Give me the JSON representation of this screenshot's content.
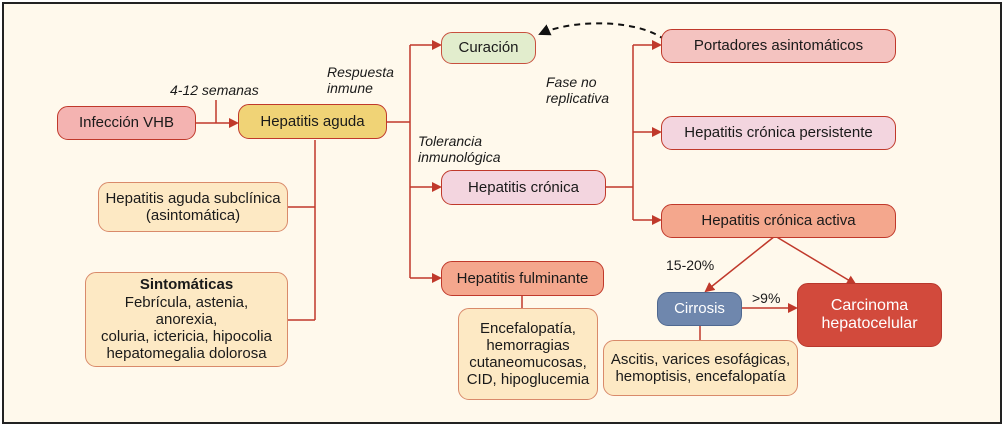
{
  "nodes": {
    "infeccion": "Infección VHB",
    "aguda": "Hepatitis aguda",
    "curacion": "Curación",
    "cronica": "Hepatitis crónica",
    "fulminante": "Hepatitis fulminante",
    "portadores": "Portadores asintomáticos",
    "persistente": "Hepatitis crónica persistente",
    "activa": "Hepatitis crónica activa",
    "cirrosis": "Cirrosis",
    "carcinoma_l1": "Carcinoma",
    "carcinoma_l2": "hepatocelular",
    "subclinica_l1": "Hepatitis aguda subclínica",
    "subclinica_l2": "(asintomática)",
    "sintomaticas_title": "Sintomáticas",
    "sintomaticas_l1": "Febrícula, astenia, anorexia,",
    "sintomaticas_l2": "coluria, ictericia, hipocolia",
    "sintomaticas_l3": "hepatomegalia dolorosa",
    "fulminante_sx_l1": "Encefalopatía,",
    "fulminante_sx_l2": "hemorragias",
    "fulminante_sx_l3": "cutaneomucosas,",
    "fulminante_sx_l4": "CID, hipoglucemia",
    "cirrosis_sx_l1": "Ascitis, varices esofágicas,",
    "cirrosis_sx_l2": "hemoptisis, encefalopatía"
  },
  "labels": {
    "semanas": "4-12 semanas",
    "respuesta_l1": "Respuesta",
    "respuesta_l2": "inmune",
    "fase_l1": "Fase no",
    "fase_l2": "replicativa",
    "tolerancia_l1": "Tolerancia",
    "tolerancia_l2": "inmunológica",
    "pct_cirrosis": "15-20%",
    "pct_carcinoma": ">9%"
  },
  "colors": {
    "line": "#c0392b",
    "frame_bg": "#fff9ec"
  }
}
